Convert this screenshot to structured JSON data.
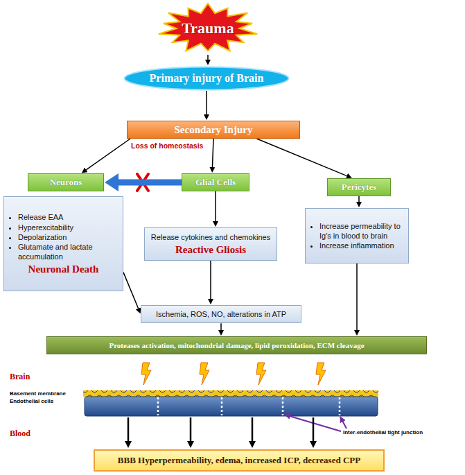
{
  "diagram": {
    "nodes": [
      {
        "text": [
          "Trauma"
        ]
      },
      {
        "text": [
          "Primary injury of Brain"
        ]
      },
      {
        "text": [
          "Secondary Injury"
        ]
      },
      {
        "text": [
          "Neurons"
        ]
      },
      {
        "text": [
          "Glial Cells"
        ]
      },
      {
        "text": [
          "Pericytes"
        ]
      },
      {
        "text": [
          "Release EAA",
          "Hyperexcitability",
          "Depolarization",
          "Glutamate and lactate accumulation",
          "Neuronal Death"
        ]
      },
      {
        "text": [
          "Release cytokines and chemokines",
          "Reactive Gliosis"
        ]
      },
      {
        "text": [
          "Increase permeability to Ig's in blood to brain",
          "Increase inflammation"
        ]
      },
      {
        "text": [
          "Ischemia, ROS, NO, alterations in ATP"
        ]
      },
      {
        "text": [
          "Proteases activation, mitochondrial damage, lipid peroxidation, ECM cleavage"
        ]
      },
      {
        "text": [
          "BBB Hyperpermeability, edema, increased ICP, decreased CPP"
        ]
      }
    ],
    "edges": [
      {
        "from": 0,
        "to": 1,
        "arrow": "to"
      },
      {
        "from": 1,
        "to": 2,
        "arrow": "to"
      },
      {
        "from": 2,
        "to": 3,
        "arrow": "to"
      },
      {
        "from": 2,
        "to": 4,
        "arrow": "to"
      },
      {
        "from": 2,
        "to": 5,
        "arrow": "to"
      },
      {
        "from": 4,
        "to": 3,
        "arrow": "to"
      },
      {
        "from": 3,
        "to": 6,
        "arrow": "to"
      },
      {
        "from": 4,
        "to": 7,
        "arrow": "to"
      },
      {
        "from": 5,
        "to": 8,
        "arrow": "to"
      },
      {
        "from": 6,
        "to": 9,
        "arrow": "to"
      },
      {
        "from": 7,
        "to": 9,
        "arrow": "to"
      },
      {
        "from": 9,
        "to": 10,
        "arrow": "to"
      },
      {
        "from": 8,
        "to": 10,
        "arrow": "to"
      }
    ],
    "labels": [
      "Loss of homeostasis",
      "Brain",
      "Basement membrane",
      "Endothelial cells",
      "Inter-endothelial tight junction",
      "Blood"
    ]
  }
}
